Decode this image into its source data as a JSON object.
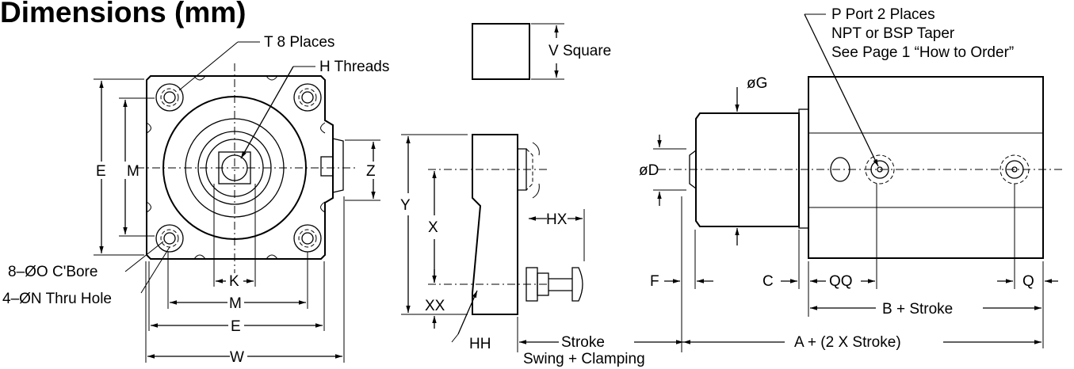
{
  "title": "Dimensions (mm)",
  "labels": {
    "t_places": "T 8 Places",
    "h_threads": "H Threads",
    "v_square": "V Square",
    "p_port_line1": "P Port 2 Places",
    "p_port_line2": "NPT or BSP Taper",
    "p_port_line3": "See Page 1 “How to Order”",
    "g": "øG",
    "d": "øD",
    "e_left": "E",
    "m_left": "M",
    "z": "Z",
    "y": "Y",
    "x": "X",
    "hx": "HX",
    "xx": "XX",
    "hh": "HH",
    "cbore": "8–ØO C'Bore",
    "thru_hole": "4–ØN Thru Hole",
    "k": "K",
    "m_bottom": "M",
    "e_bottom": "E",
    "w": "W",
    "stroke": "Stroke",
    "swing_clamping": "Swing + Clamping",
    "f": "F",
    "c": "C",
    "qq": "QQ",
    "q": "Q",
    "b_stroke": "B + Stroke",
    "a_stroke": "A + (2 X Stroke)"
  }
}
